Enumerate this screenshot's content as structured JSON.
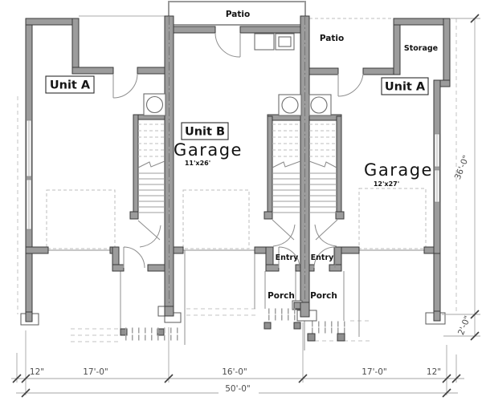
{
  "drawing_type": "floor-plan",
  "labels": {
    "unit_a_left": "Unit A",
    "unit_a_right": "Unit A",
    "unit_b": "Unit B",
    "garage_b": "Garage",
    "garage_b_size": "11'x26'",
    "garage_right": "Garage",
    "garage_right_size": "12'x27'",
    "patio_b": "Patio",
    "patio_right": "Patio",
    "storage": "Storage",
    "entry_b": "Entry",
    "entry_right": "Entry",
    "porch_b": "Porch",
    "porch_right": "Porch"
  },
  "dims": {
    "bottom_chain": [
      "12\"",
      "17'-0\"",
      "16'-0\"",
      "17'-0\"",
      "12\""
    ],
    "bottom_overall": "50'-0\"",
    "right_depth": "36'-0\"",
    "right_porch": "2'-0\""
  },
  "colors": {
    "background": "#ffffff",
    "wall_fill": "#9c9c9c",
    "wall_stroke": "#3a3a3a",
    "thin_line": "#8f8f8f",
    "dashed_line": "#c3c3c3",
    "label_text": "#141414",
    "dim_text": "#4d4d4d"
  }
}
